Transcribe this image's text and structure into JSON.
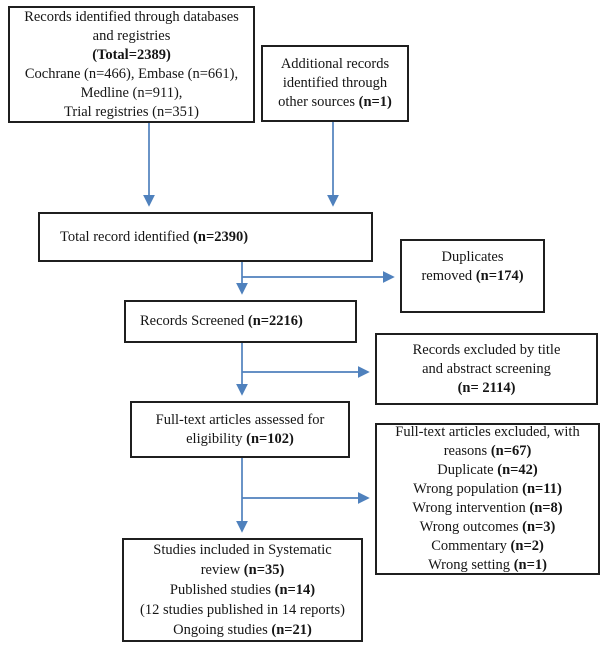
{
  "colors": {
    "arrow": "#4f81bd",
    "box_border": "#1f1f1f",
    "background": "#ffffff",
    "text": "#151515"
  },
  "flowchart": {
    "boxes": {
      "records_identified": {
        "label": "Records identified through databases and registries",
        "lines": [
          [
            {
              "text": "Records identified through databases",
              "bold": false
            }
          ],
          [
            {
              "text": "and registries",
              "bold": false
            }
          ],
          [
            {
              "text": "(Total=2389)",
              "bold": true
            }
          ],
          [
            {
              "text": "Cochrane (n=466), Embase (n=661),",
              "bold": false
            }
          ],
          [
            {
              "text": "Medline (n=911),",
              "bold": false
            }
          ],
          [
            {
              "text": "Trial registries (n=351)",
              "bold": false
            }
          ]
        ]
      },
      "additional_records": {
        "label": "Additional records identified through other sources",
        "lines": [
          [
            {
              "text": "Additional records",
              "bold": false
            }
          ],
          [
            {
              "text": "identified through",
              "bold": false
            }
          ],
          [
            {
              "text": "other sources ",
              "bold": false
            },
            {
              "text": "(n=1)",
              "bold": true
            }
          ]
        ]
      },
      "total_identified": {
        "label": "Total record identified",
        "lines": [
          [
            {
              "text": "Total record identified  ",
              "bold": false
            },
            {
              "text": "(n=2390)",
              "bold": true
            }
          ]
        ]
      },
      "duplicates_removed": {
        "label": "Duplicates removed",
        "lines": [
          [
            {
              "text": "Duplicates",
              "bold": false
            }
          ],
          [
            {
              "text": "removed ",
              "bold": false
            },
            {
              "text": "(n=174)",
              "bold": true
            }
          ]
        ]
      },
      "records_screened": {
        "label": "Records Screened",
        "lines": [
          [
            {
              "text": "Records Screened ",
              "bold": false
            },
            {
              "text": "(n=2216)",
              "bold": true
            }
          ]
        ]
      },
      "records_excluded": {
        "label": "Records excluded by title and abstract screening",
        "lines": [
          [
            {
              "text": "Records excluded by title",
              "bold": false
            }
          ],
          [
            {
              "text": "and abstract screening",
              "bold": false
            }
          ],
          [
            {
              "text": "(n= 2114)",
              "bold": true
            }
          ]
        ]
      },
      "fulltext_assessed": {
        "label": "Full-text articles assessed for eligibility",
        "lines": [
          [
            {
              "text": "Full-text articles assessed for",
              "bold": false
            }
          ],
          [
            {
              "text": "eligibility ",
              "bold": false
            },
            {
              "text": "(n=102)",
              "bold": true
            }
          ]
        ]
      },
      "fulltext_excluded": {
        "label": "Full-text articles excluded, with reasons",
        "lines": [
          [
            {
              "text": "Full-text articles excluded, with",
              "bold": false
            }
          ],
          [
            {
              "text": "reasons ",
              "bold": false
            },
            {
              "text": "(n=67)",
              "bold": true
            }
          ],
          [
            {
              "text": "Duplicate ",
              "bold": false
            },
            {
              "text": "(n=42)",
              "bold": true
            }
          ],
          [
            {
              "text": "Wrong population ",
              "bold": false
            },
            {
              "text": "(n=11)",
              "bold": true
            }
          ],
          [
            {
              "text": "Wrong intervention ",
              "bold": false
            },
            {
              "text": "(n=8)",
              "bold": true
            }
          ],
          [
            {
              "text": "Wrong outcomes ",
              "bold": false
            },
            {
              "text": "(n=3)",
              "bold": true
            }
          ],
          [
            {
              "text": "Commentary ",
              "bold": false
            },
            {
              "text": "(n=2)",
              "bold": true
            }
          ],
          [
            {
              "text": "Wrong setting ",
              "bold": false
            },
            {
              "text": "(n=1)",
              "bold": true
            }
          ]
        ]
      },
      "studies_included": {
        "label": "Studies included in Systematic review",
        "lines": [
          [
            {
              "text": "Studies included in Systematic",
              "bold": false
            }
          ],
          [
            {
              "text": "review ",
              "bold": false
            },
            {
              "text": "(n=35)",
              "bold": true
            }
          ],
          [
            {
              "text": "Published studies ",
              "bold": false
            },
            {
              "text": "(n=14)",
              "bold": true
            }
          ],
          [
            {
              "text": "(12 studies published in 14 reports)",
              "bold": false
            }
          ],
          [
            {
              "text": "Ongoing studies ",
              "bold": false
            },
            {
              "text": "(n=21)",
              "bold": true
            }
          ]
        ]
      }
    }
  }
}
